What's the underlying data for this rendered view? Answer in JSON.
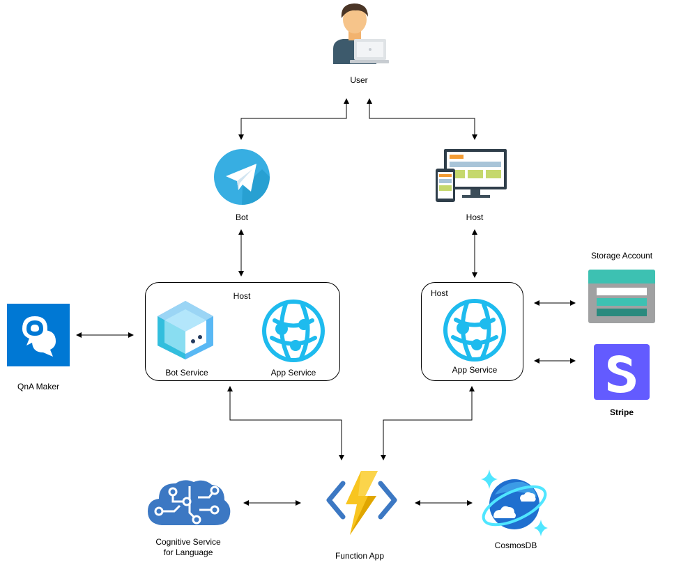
{
  "nodes": {
    "user": {
      "label": "User"
    },
    "bot": {
      "label": "Bot"
    },
    "web_host": {
      "label": "Host"
    },
    "storage": {
      "label": "Storage Account"
    },
    "left_host": {
      "label": "Host"
    },
    "right_host": {
      "label": "Host"
    },
    "bot_service": {
      "label": "Bot Service"
    },
    "app_service_left": {
      "label": "App Service"
    },
    "app_service_right": {
      "label": "App Service"
    },
    "qna": {
      "label": "QnA Maker"
    },
    "stripe": {
      "label": "Stripe"
    },
    "cognitive": {
      "label_line1": "Cognitive Service",
      "label_line2": "for Language"
    },
    "function_app": {
      "label": "Function App"
    },
    "cosmos": {
      "label": "CosmosDB"
    }
  },
  "colors": {
    "azure_blue": "#0078d4",
    "app_service_cyan": "#1ebbee",
    "telegram_blue": "#37aee2",
    "stripe_purple": "#635bff",
    "storage_teal": "#3dc1b2",
    "function_yellow": "#f8c520"
  }
}
